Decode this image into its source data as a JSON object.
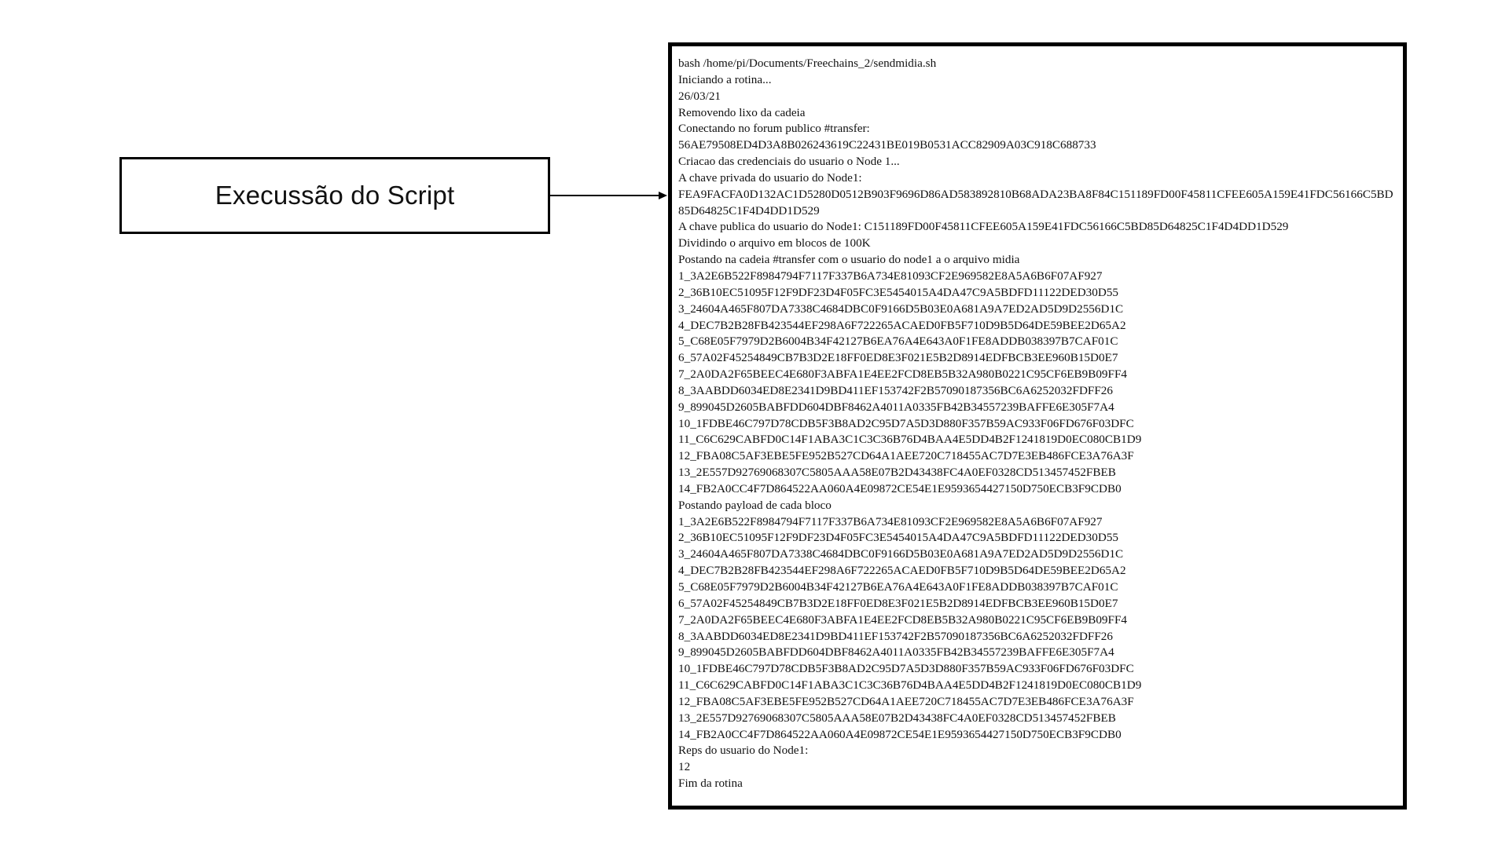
{
  "label": {
    "text": "Execussão do Script"
  },
  "terminal": {
    "lines": [
      "bash /home/pi/Documents/Freechains_2/sendmidia.sh",
      "Iniciando a rotina...",
      "26/03/21",
      "Removendo lixo da cadeia",
      "Conectando no forum publico #transfer:",
      "56AE79508ED4D3A8B026243619C22431BE019B0531ACC82909A03C918C688733",
      "Criacao das credenciais do usuario o Node 1...",
      "A chave privada do usuario do Node1:",
      "FEA9FACFA0D132AC1D5280D0512B903F9696D86AD583892810B68ADA23BA8F84C151189FD00F45811CFEE605A159E41FDC56166C5BD",
      "85D64825C1F4D4DD1D529",
      "A chave publica do usuario do Node1: C151189FD00F45811CFEE605A159E41FDC56166C5BD85D64825C1F4D4DD1D529",
      "Dividindo o arquivo em blocos de 100K",
      "Postando na cadeia #transfer com o usuario do node1 a o arquivo midia",
      "1_3A2E6B522F8984794F7117F337B6A734E81093CF2E969582E8A5A6B6F07AF927",
      "2_36B10EC51095F12F9DF23D4F05FC3E5454015A4DA47C9A5BDFD11122DED30D55",
      "3_24604A465F807DA7338C4684DBC0F9166D5B03E0A681A9A7ED2AD5D9D2556D1C",
      "4_DEC7B2B28FB423544EF298A6F722265ACAED0FB5F710D9B5D64DE59BEE2D65A2",
      "5_C68E05F7979D2B6004B34F42127B6EA76A4E643A0F1FE8ADDB038397B7CAF01C",
      "6_57A02F45254849CB7B3D2E18FF0ED8E3F021E5B2D8914EDFBCB3EE960B15D0E7",
      "7_2A0DA2F65BEEC4E680F3ABFA1E4EE2FCD8EB5B32A980B0221C95CF6EB9B09FF4",
      "8_3AABDD6034ED8E2341D9BD411EF153742F2B57090187356BC6A6252032FDFF26",
      "9_899045D2605BABFDD604DBF8462A4011A0335FB42B34557239BAFFE6E305F7A4",
      "10_1FDBE46C797D78CDB5F3B8AD2C95D7A5D3D880F357B59AC933F06FD676F03DFC",
      "11_C6C629CABFD0C14F1ABA3C1C3C36B76D4BAA4E5DD4B2F1241819D0EC080CB1D9",
      "12_FBA08C5AF3EBE5FE952B527CD64A1AEE720C718455AC7D7E3EB486FCE3A76A3F",
      "13_2E557D92769068307C5805AAA58E07B2D43438FC4A0EF0328CD513457452FBEB",
      "14_FB2A0CC4F7D864522AA060A4E09872CE54E1E9593654427150D750ECB3F9CDB0",
      "Postando payload de cada bloco",
      "1_3A2E6B522F8984794F7117F337B6A734E81093CF2E969582E8A5A6B6F07AF927",
      "2_36B10EC51095F12F9DF23D4F05FC3E5454015A4DA47C9A5BDFD11122DED30D55",
      "3_24604A465F807DA7338C4684DBC0F9166D5B03E0A681A9A7ED2AD5D9D2556D1C",
      "4_DEC7B2B28FB423544EF298A6F722265ACAED0FB5F710D9B5D64DE59BEE2D65A2",
      "5_C68E05F7979D2B6004B34F42127B6EA76A4E643A0F1FE8ADDB038397B7CAF01C",
      "6_57A02F45254849CB7B3D2E18FF0ED8E3F021E5B2D8914EDFBCB3EE960B15D0E7",
      "7_2A0DA2F65BEEC4E680F3ABFA1E4EE2FCD8EB5B32A980B0221C95CF6EB9B09FF4",
      "8_3AABDD6034ED8E2341D9BD411EF153742F2B57090187356BC6A6252032FDFF26",
      "9_899045D2605BABFDD604DBF8462A4011A0335FB42B34557239BAFFE6E305F7A4",
      "10_1FDBE46C797D78CDB5F3B8AD2C95D7A5D3D880F357B59AC933F06FD676F03DFC",
      "11_C6C629CABFD0C14F1ABA3C1C3C36B76D4BAA4E5DD4B2F1241819D0EC080CB1D9",
      "12_FBA08C5AF3EBE5FE952B527CD64A1AEE720C718455AC7D7E3EB486FCE3A76A3F",
      "13_2E557D92769068307C5805AAA58E07B2D43438FC4A0EF0328CD513457452FBEB",
      "14_FB2A0CC4F7D864522AA060A4E09872CE54E1E9593654427150D750ECB3F9CDB0",
      "Reps do usuario do Node1:",
      "12",
      "Fim da rotina"
    ]
  }
}
